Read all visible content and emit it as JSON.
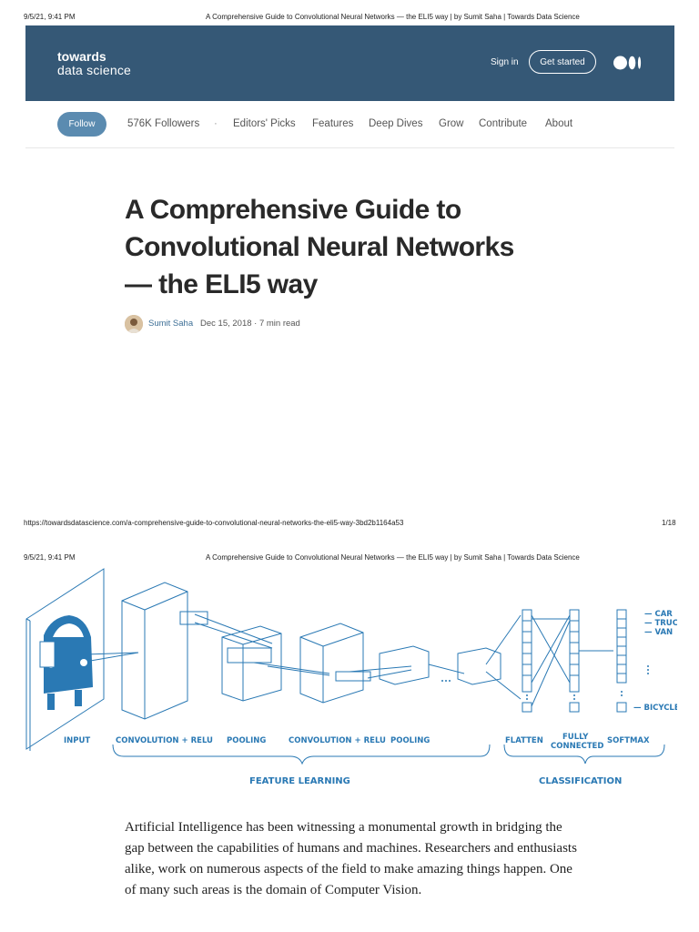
{
  "print": {
    "datetime": "9/5/21, 9:41 PM",
    "doc_title": "A Comprehensive Guide to Convolutional Neural Networks — the ELI5 way | by Sumit Saha | Towards Data Science",
    "url": "https://towardsdatascience.com/a-comprehensive-guide-to-convolutional-neural-networks-the-eli5-way-3bd2b1164a53",
    "page_num": "1/18"
  },
  "masthead": {
    "logo_line1": "towards",
    "logo_line2": "data science",
    "sign_in": "Sign in",
    "get_started": "Get started",
    "bg_color": "#355876"
  },
  "nav": {
    "follow": "Follow",
    "followers": "576K Followers",
    "separator": "·",
    "items": [
      "Editors' Picks",
      "Features",
      "Deep Dives",
      "Grow",
      "Contribute",
      "About"
    ]
  },
  "article": {
    "title_line1": "A Comprehensive Guide to",
    "title_line2": "Convolutional Neural Networks",
    "title_line3": "— the ELI5 way",
    "author": "Sumit Saha",
    "date": "Dec 15, 2018 · 7 min read",
    "paragraph": "Artificial Intelligence has been witnessing a monumental growth in bridging the gap between the capabilities of humans and machines. Researchers and enthusiasts alike, work on numerous aspects of the field to make amazing things happen. One of many such areas is the domain of Computer Vision."
  },
  "diagram": {
    "accent_color": "#2a79b4",
    "labels": {
      "input": "INPUT",
      "conv1": "CONVOLUTION + RELU",
      "pool1": "POOLING",
      "conv2": "CONVOLUTION + RELU",
      "pool2": "POOLING",
      "flatten": "FLATTEN",
      "fully1": "FULLY",
      "fully2": "CONNECTED",
      "softmax": "SOFTMAX",
      "feature_learning": "FEATURE LEARNING",
      "classification": "CLASSIFICATION",
      "out_car": "— CAR",
      "out_truck": "— TRUCK",
      "out_van": "— VAN",
      "out_bicycle": "— BICYCLE"
    }
  }
}
